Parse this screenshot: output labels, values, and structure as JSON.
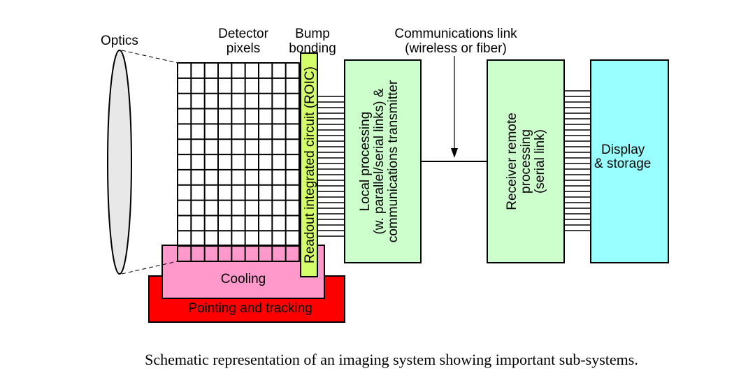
{
  "labels": {
    "optics": "Optics",
    "detector_pixels": [
      "Detector",
      "pixels"
    ],
    "bump_bonding": [
      "Bump",
      "bonding"
    ],
    "comms_link": [
      "Communications link",
      "(wireless or fiber)"
    ],
    "roic": "Readout integrated circuit (ROIC)",
    "local_processing": [
      "Local processing",
      "(w. parallel/serial links) &",
      "communications transmitter"
    ],
    "receiver": [
      "Receiver remote",
      "processing",
      "(serial link)"
    ],
    "display": [
      "Display",
      "& storage"
    ],
    "cooling": "Cooling",
    "pointing": "Pointing and tracking"
  },
  "colors": {
    "roic": "#d4ff6a",
    "local_processing": "#ccffcc",
    "receiver": "#ccffcc",
    "display": "#99ffff",
    "cooling": "#ff99cc",
    "pointing": "#ff0000"
  },
  "caption": "Schematic representation of an imaging system showing important sub-systems."
}
